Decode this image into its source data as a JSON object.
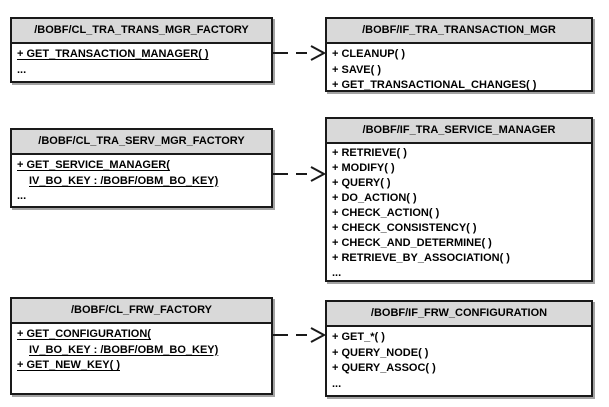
{
  "diagram": {
    "colors": {
      "header_bg": "#d9d9d9",
      "border": "#1a1a1a",
      "shadow": "#a3a3a3",
      "background": "#ffffff",
      "text": "#000000"
    },
    "classes": [
      {
        "title": "/BOBF/CL_TRA_TRANS_MGR_FACTORY",
        "members": [
          "+ GET_TRANSACTION_MANAGER( )",
          "..."
        ]
      },
      {
        "title": "/BOBF/CL_TRA_SERV_MGR_FACTORY",
        "members": [
          "+ GET_SERVICE_MANAGER(",
          "IV_BO_KEY : /BOBF/OBM_BO_KEY)",
          "..."
        ]
      },
      {
        "title": "/BOBF/CL_FRW_FACTORY",
        "members": [
          "+ GET_CONFIGURATION(",
          "IV_BO_KEY : /BOBF/OBM_BO_KEY)",
          "+ GET_NEW_KEY( )"
        ]
      },
      {
        "title": "/BOBF/IF_TRA_TRANSACTION_MGR",
        "members": [
          "+ CLEANUP( )",
          "+ SAVE( )",
          "+ GET_TRANSACTIONAL_CHANGES( )"
        ]
      },
      {
        "title": "/BOBF/IF_TRA_SERVICE_MANAGER",
        "members": [
          "+ RETRIEVE( )",
          "+ MODIFY( )",
          "+ QUERY( )",
          "+ DO_ACTION( )",
          "+ CHECK_ACTION( )",
          "+ CHECK_CONSISTENCY( )",
          "+ CHECK_AND_DETERMINE( )",
          "+ RETRIEVE_BY_ASSOCIATION( )",
          "..."
        ]
      },
      {
        "title": "/BOBF/IF_FRW_CONFIGURATION",
        "members": [
          "+ GET_*( )",
          "+ QUERY_NODE( )",
          "+ QUERY_ASSOC( )",
          "..."
        ]
      }
    ]
  }
}
